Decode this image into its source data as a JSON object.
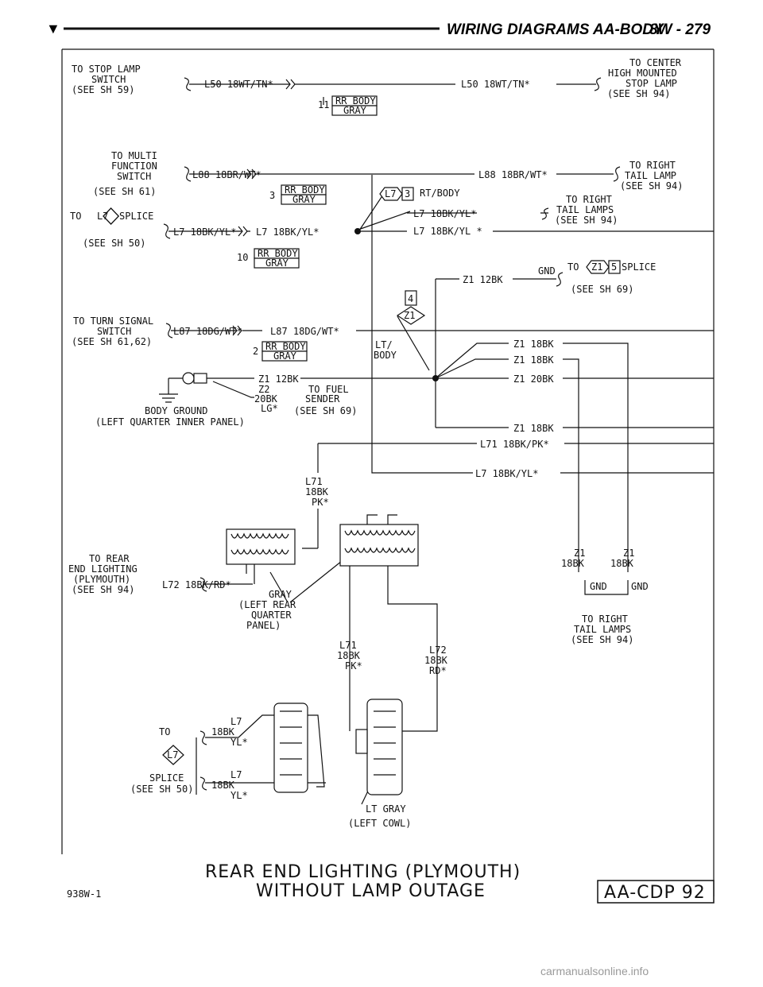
{
  "header": {
    "marker": "▼",
    "title": "WIRING DIAGRAMS AA-BODY",
    "page": "8W - 279"
  },
  "labels": {
    "stop_lamp_1": "TO STOP LAMP",
    "stop_lamp_2": "SWITCH",
    "stop_lamp_3": "(SEE SH 59)",
    "l50_left": "L50 18WT/TN*",
    "l50_right": "L50 18WT/TN*",
    "chmsl_1": "TO CENTER",
    "chmsl_2": "HIGH MOUNTED",
    "chmsl_3": "STOP LAMP",
    "chmsl_4": "(SEE SH 94)",
    "conn_11_num": "11",
    "multi_1": "TO MULTI",
    "multi_2": "FUNCTION",
    "multi_3": "SWITCH",
    "multi_4": "(SEE SH 61)",
    "l88_left": "L88 18BR/WT*",
    "l88_right": "L88 18BR/WT*",
    "rt_tail_1": "TO RIGHT",
    "rt_tail_2": "TAIL LAMP",
    "rt_tail_3": "(SEE SH 94)",
    "conn_3_num": "3",
    "l7_badge": "L7",
    "l7_badge_num": "3",
    "rt_body": "RT/BODY",
    "rt_tails_1": "TO RIGHT",
    "rt_tails_2": "TAIL LAMPS",
    "rt_tails_3": "(SEE SH 94)",
    "l7_upper": "L7 18BK/YL*",
    "l7_lower": "L7 18BK/YL *",
    "to_l7_splice_to": "TO",
    "to_l7_splice_badge": "L7",
    "to_l7_splice_word": "SPLICE",
    "to_l7_splice_see": "(SEE SH 50)",
    "l7_left_a": "L7 18BK/YL*",
    "l7_left_b": "L7 18BK/YL*",
    "conn_10_num": "10",
    "z1_12bk_top": "Z1 12BK",
    "gnd_top": "GND",
    "to_z1_splice_to": "TO",
    "z1_badge": "Z1",
    "z1_badge_num": "5",
    "z1_splice_word": "SPLICE",
    "z1_splice_see": "(SEE SH 69)",
    "badge_4": "4",
    "badge_z1": "Z1",
    "turn_1": "TO TURN SIGNAL",
    "turn_2": "SWITCH",
    "turn_3": "(SEE SH 61,62)",
    "l87_left": "L87 18DG/WT*",
    "l87_right": "L87 18DG/WT*",
    "conn_2_num": "2",
    "lt_body_1": "LT/",
    "lt_body_2": "BODY",
    "z1_18bk_a": "Z1 18BK",
    "z1_18bk_b": "Z1 18BK",
    "z1_20bk": "Z1 20BK",
    "z1_12bk_ground": "Z1 12BK",
    "z2": "Z2",
    "z2_20bk": "20BK",
    "lg_star": "LG*",
    "fuel_1": "TO FUEL",
    "fuel_2": "SENDER",
    "fuel_3": "(SEE SH 69)",
    "body_ground_1": "BODY GROUND",
    "body_ground_2": "(LEFT QUARTER INNER PANEL)",
    "z1_18bk_c": "Z1 18BK",
    "l71_long": "L71 18BK/PK*",
    "l7_long": "L7 18BK/YL*",
    "l71_a_1": "L71",
    "l71_a_2": "18BK",
    "l71_a_3": "PK*",
    "rear_1": "TO REAR",
    "rear_2": "END LIGHTING",
    "rear_3": "(PLYMOUTH)",
    "rear_4": "(SEE SH 94)",
    "l72_wire": "L72 18BK/RD*",
    "gray_1": "GRAY",
    "gray_2": "(LEFT REAR",
    "gray_3": "QUARTER",
    "gray_4": "PANEL)",
    "z1_col_a_1": "Z1",
    "z1_col_a_2": "18BK",
    "z1_col_b_1": "Z1",
    "z1_col_b_2": "18BK",
    "gnd_a": "GND",
    "gnd_b": "GND",
    "rt_tail_low_1": "TO RIGHT",
    "rt_tail_low_2": "TAIL LAMPS",
    "rt_tail_low_3": "(SEE SH 94)",
    "l71_b_1": "L71",
    "l71_b_2": "18BK",
    "l71_b_3": "PK*",
    "l72_b_1": "L72",
    "l72_b_2": "18BK",
    "l72_b_3": "RD*",
    "cowl_l7a_1": "L7",
    "cowl_l7a_2": "18BK",
    "cowl_l7a_3": "YL*",
    "cowl_l7b_1": "L7",
    "cowl_l7b_2": "18BK",
    "cowl_l7b_3": "YL*",
    "cowl_to": "TO",
    "cowl_badge": "L7",
    "cowl_splice": "SPLICE",
    "cowl_see": "(SEE SH 50)",
    "lt_gray": "LT GRAY",
    "left_cowl": "(LEFT COWL)",
    "rr_body": "RR BODY",
    "gray": "GRAY"
  },
  "footer": {
    "title_1": "REAR END LIGHTING (PLYMOUTH)",
    "title_2": "WITHOUT LAMP OUTAGE",
    "code": "938W-1",
    "box": "AA-CDP 92"
  },
  "watermark": "carmanualsonline.info"
}
